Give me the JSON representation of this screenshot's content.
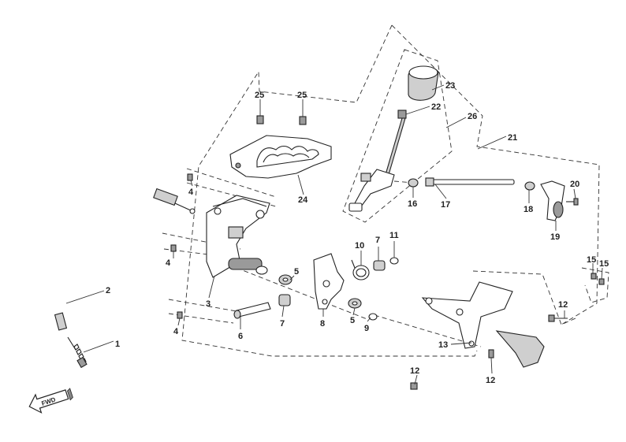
{
  "diagram": {
    "type": "exploded-parts-view",
    "direction_badge": "FWD",
    "callouts": [
      {
        "id": "c1",
        "label": "1"
      },
      {
        "id": "c2",
        "label": "2"
      },
      {
        "id": "c3",
        "label": "3"
      },
      {
        "id": "c4a",
        "label": "4"
      },
      {
        "id": "c4b",
        "label": "4"
      },
      {
        "id": "c4c",
        "label": "4"
      },
      {
        "id": "c5a",
        "label": "5"
      },
      {
        "id": "c5b",
        "label": "5"
      },
      {
        "id": "c6",
        "label": "6"
      },
      {
        "id": "c7a",
        "label": "7"
      },
      {
        "id": "c7b",
        "label": "7"
      },
      {
        "id": "c8",
        "label": "8"
      },
      {
        "id": "c9",
        "label": "9"
      },
      {
        "id": "c10",
        "label": "10"
      },
      {
        "id": "c11",
        "label": "11"
      },
      {
        "id": "c12a",
        "label": "12"
      },
      {
        "id": "c12b",
        "label": "12"
      },
      {
        "id": "c12c",
        "label": "12"
      },
      {
        "id": "c13",
        "label": "13"
      },
      {
        "id": "c15a",
        "label": "15"
      },
      {
        "id": "c15b",
        "label": "15"
      },
      {
        "id": "c16",
        "label": "16"
      },
      {
        "id": "c17",
        "label": "17"
      },
      {
        "id": "c18",
        "label": "18"
      },
      {
        "id": "c19",
        "label": "19"
      },
      {
        "id": "c20",
        "label": "20"
      },
      {
        "id": "c21",
        "label": "21"
      },
      {
        "id": "c22",
        "label": "22"
      },
      {
        "id": "c23",
        "label": "23"
      },
      {
        "id": "c24",
        "label": "24"
      },
      {
        "id": "c25a",
        "label": "25"
      },
      {
        "id": "c25b",
        "label": "25"
      },
      {
        "id": "c26",
        "label": "26"
      }
    ]
  }
}
